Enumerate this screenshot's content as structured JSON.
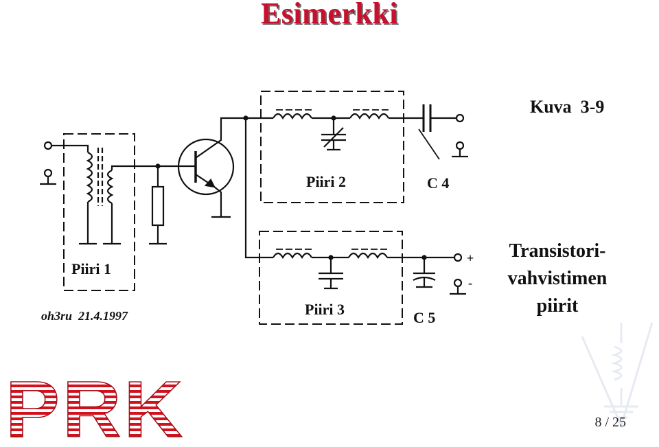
{
  "slide": {
    "title": "Esimerkki",
    "page_number": "8 / 25"
  },
  "diagram": {
    "figure_label": "Kuva  3-9",
    "caption_lines": [
      "Transistori-",
      "vahvistimen",
      "piirit"
    ],
    "circuit_labels": {
      "piiri1": "Piiri  1",
      "piiri2": "Piiri  2",
      "piiri3": "Piiri  3",
      "c4": "C 4",
      "c5": "C 5"
    },
    "terminal_marks": {
      "plus": "+",
      "minus": "-"
    },
    "author_signature": "oh3ru  21.4.1997"
  },
  "branding": {
    "logo_text": "PRK",
    "logo_color": "#d4101c",
    "watermark_icon": "sral-antenna-icon",
    "title_color": "#c8102e"
  }
}
